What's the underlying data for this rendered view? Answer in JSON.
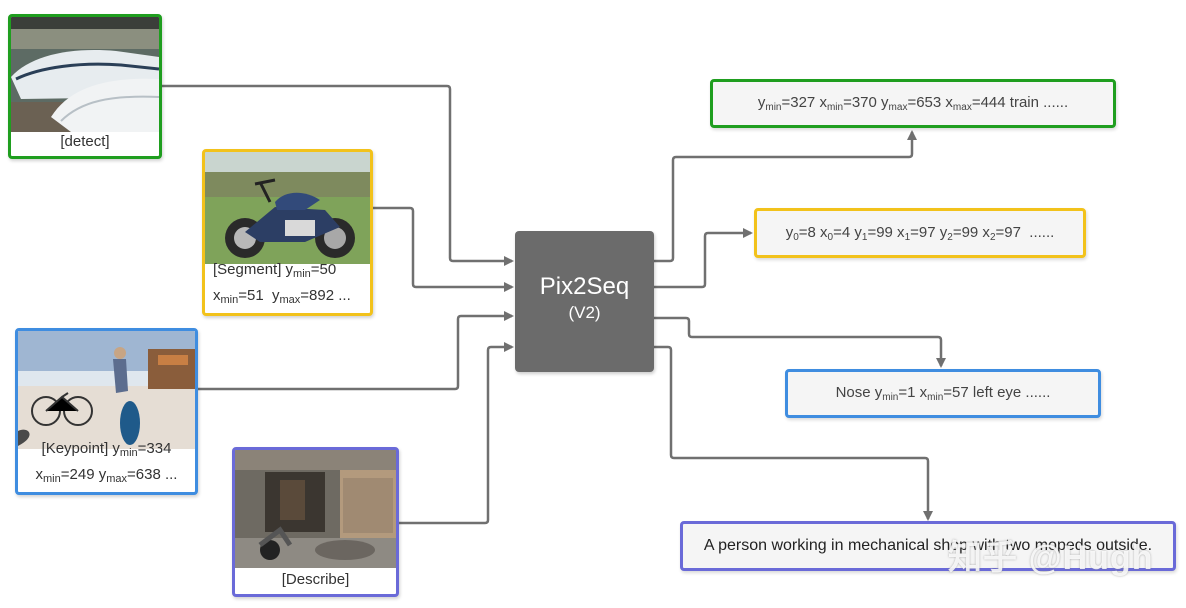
{
  "center": {
    "title": "Pix2Seq",
    "subtitle": "(V2)"
  },
  "inputs": {
    "detect": {
      "caption": "[detect]",
      "color": "#1f9e1f"
    },
    "segment": {
      "line1": "[Segment] y",
      "line1_sub": "min",
      "line1_end": "=50",
      "l2a": "x",
      "l2a_sub": "min",
      "l2b": "=51  y",
      "l2b_sub": "max",
      "l2c": "=892 ...",
      "color": "#f2c21b"
    },
    "keypoint": {
      "line1": "[Keypoint] y",
      "line1_sub": "min",
      "line1_end": "=334",
      "l2a": "x",
      "l2a_sub": "min",
      "l2b": "=249 y",
      "l2b_sub": "max",
      "l2c": "=638 ...",
      "color": "#3f8de0"
    },
    "describe": {
      "caption": "[Describe]",
      "color": "#6a6ad8"
    }
  },
  "outputs": {
    "detect": {
      "p1": "y",
      "s1": "min",
      "p2": "=327 x",
      "s2": "min",
      "p3": "=370 y",
      "s3": "max",
      "p4": "=653 x",
      "s4": "max",
      "p5": "=444 train ......",
      "color": "#1f9e1f"
    },
    "segment": {
      "p1": "y",
      "s1": "0",
      "p2": "=8 x",
      "s2": "0",
      "p3": "=4 y",
      "s3": "1",
      "p4": "=99 x",
      "s4": "1",
      "p5": "=97 y",
      "s5": "2",
      "p6": "=99 x",
      "s6": "2",
      "p7": "=97  ......",
      "color": "#f2c21b"
    },
    "keypoint": {
      "p1": "Nose y",
      "s1": "min",
      "p2": "=1 x",
      "s2": "min",
      "p3": "=57 left eye ......",
      "color": "#3f8de0"
    },
    "describe": {
      "text": "A person working in mechanical shop with two mopeds outside.",
      "color": "#6a6ad8"
    }
  },
  "watermark": "知乎 @Hugh"
}
